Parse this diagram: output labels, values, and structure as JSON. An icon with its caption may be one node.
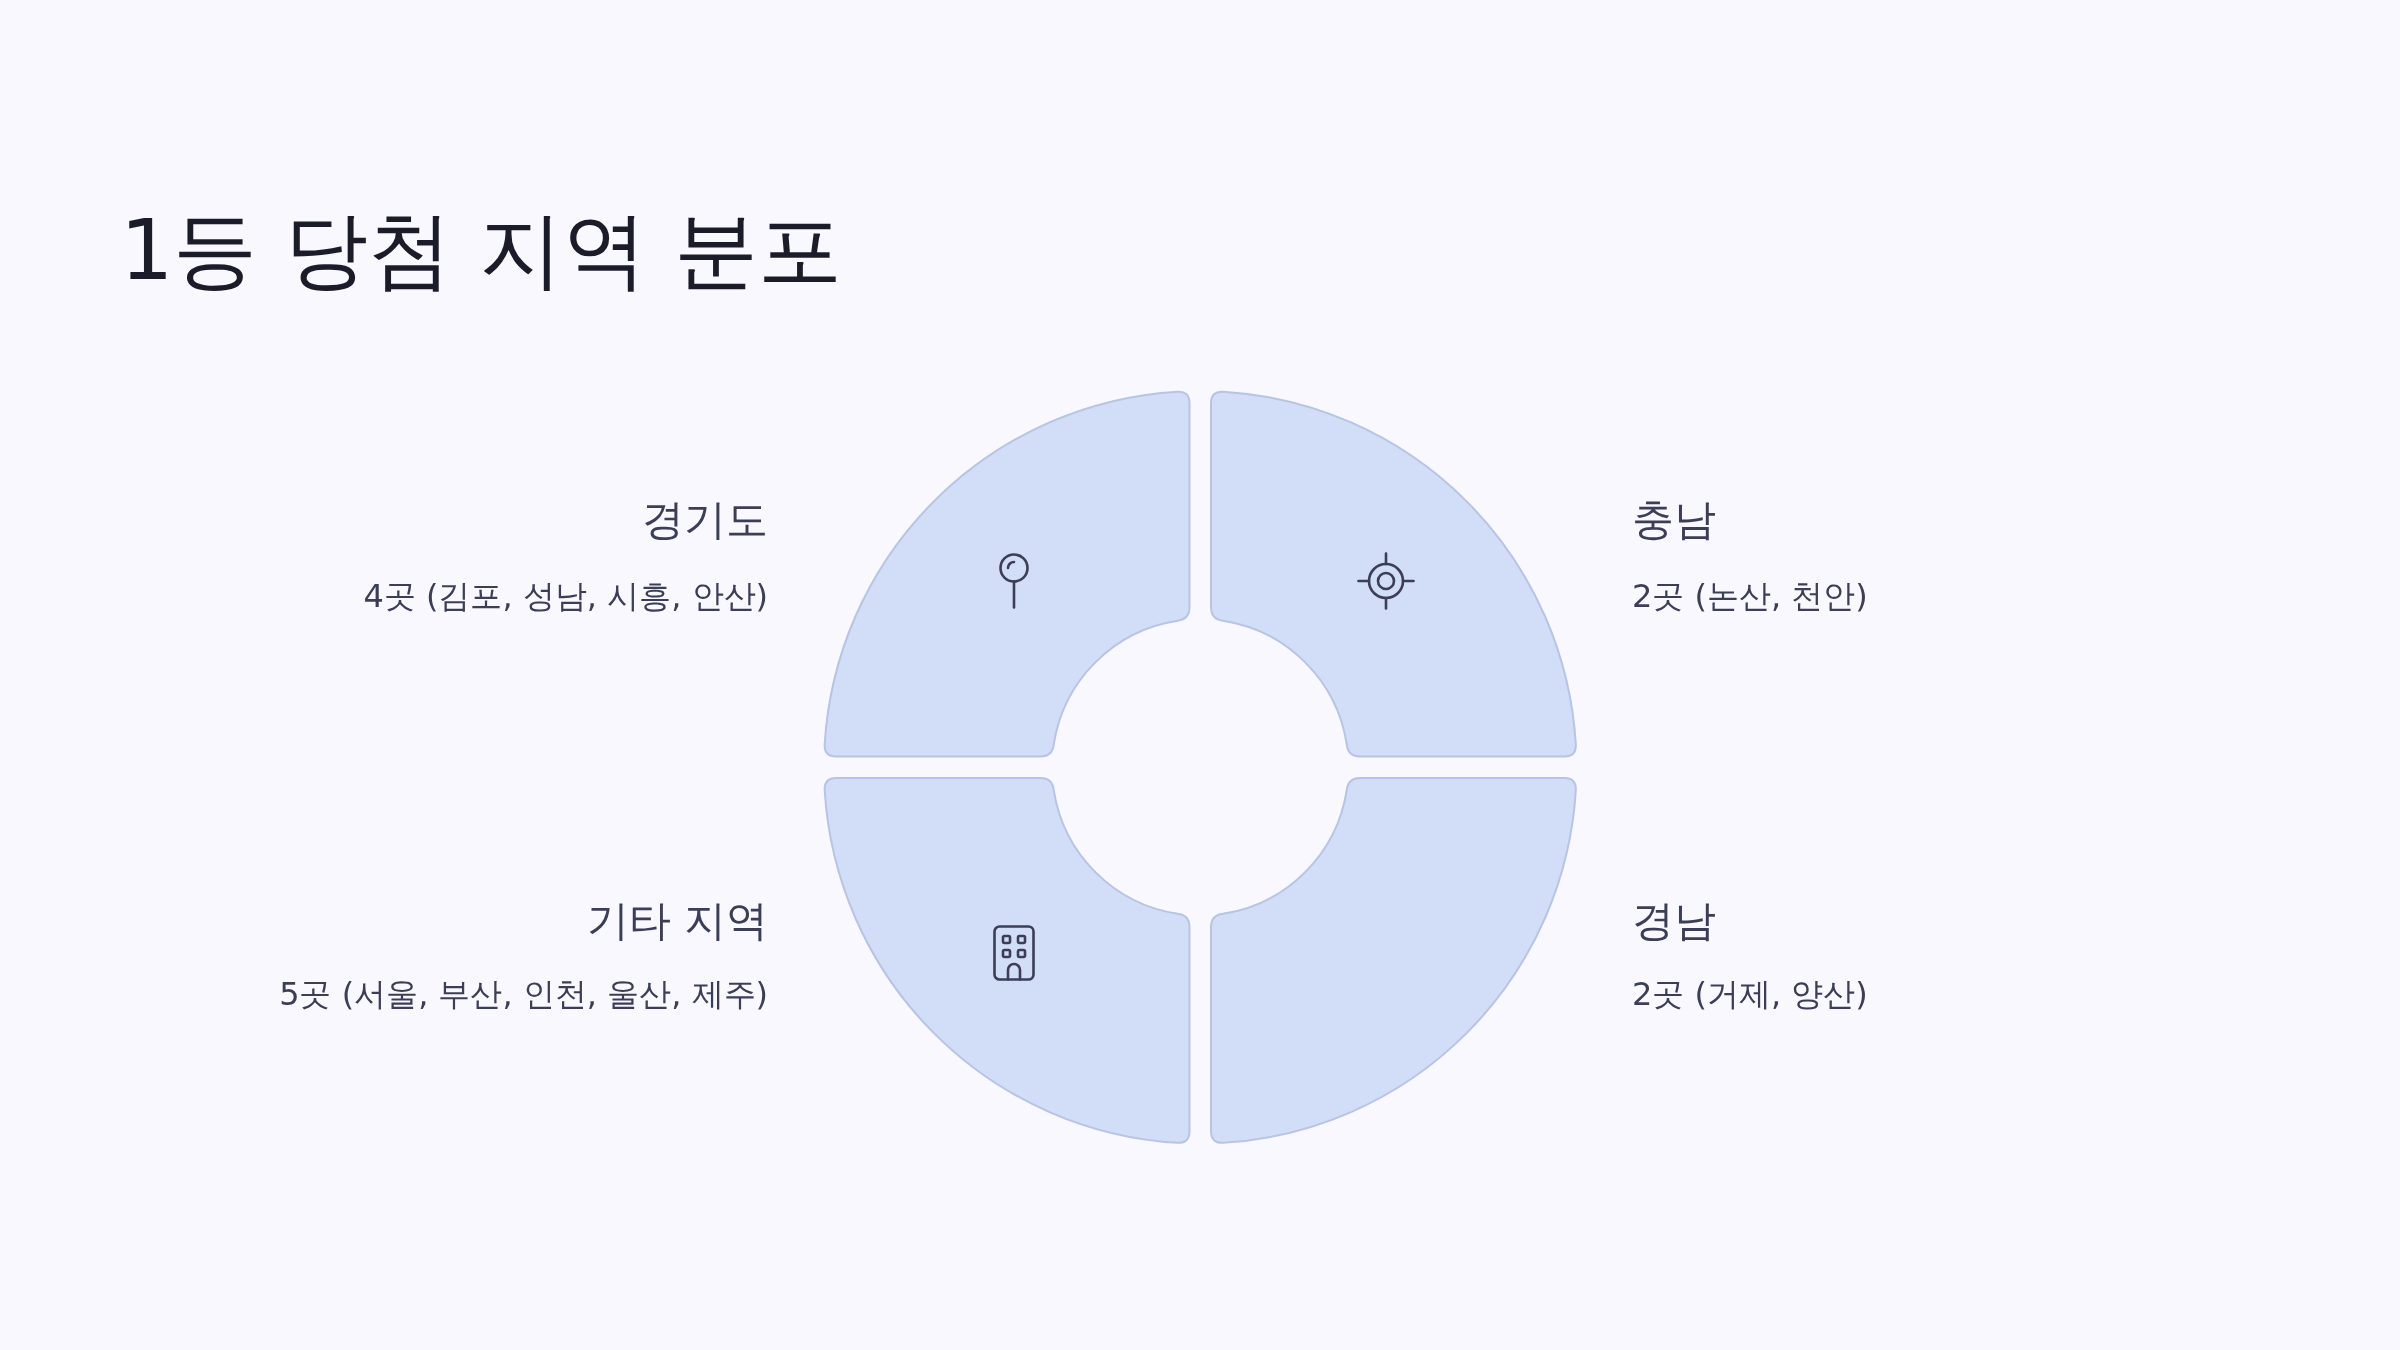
{
  "diagram": {
    "title": "1등 당첨 지역 분포",
    "nodes": [
      {
        "text": [],
        "shape": "sector",
        "beside": [
          "경기도",
          "4곳 (김포, 성남, 시흥, 안산)"
        ]
      },
      {
        "text": [],
        "shape": "sector",
        "beside": [
          "충남",
          "2곳 (논산, 천안)"
        ]
      },
      {
        "text": [],
        "shape": "sector",
        "beside": [
          "기타 지역",
          "5곳 (서울, 부산, 인천, 울산, 제주)"
        ]
      },
      {
        "text": [],
        "shape": "sector",
        "beside": [
          "경남",
          "2곳 (거제, 양산)"
        ]
      }
    ]
  }
}
